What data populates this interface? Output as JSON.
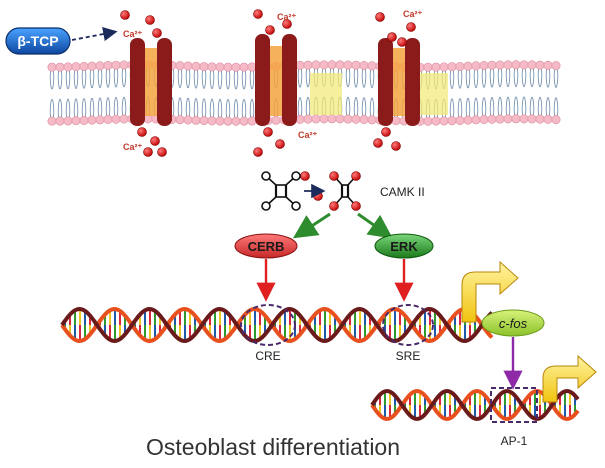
{
  "labels": {
    "tcp": "β-TCP",
    "ca": "Ca²⁺",
    "camk": "CAMK II",
    "cerb": "CERB",
    "erk": "ERK",
    "cre": "CRE",
    "sre": "SRE",
    "cfos": "c-fos",
    "ap1": "AP-1",
    "title": "Osteoblast differentiation"
  },
  "colors": {
    "tcp_fill": "#1565c0",
    "channel": "#8b1a1a",
    "membrane_head": "#f6b9c6",
    "calcium": "#e01010",
    "cerb_fill": "#e53935",
    "erk_fill": "#2e9a2e",
    "cfos_fill": "#a5d63c",
    "red_arrow": "#e02020",
    "green_arrow": "#2e8b2e",
    "purple": "#8e2aa8",
    "yellow_arrow": "#f1c40f"
  }
}
